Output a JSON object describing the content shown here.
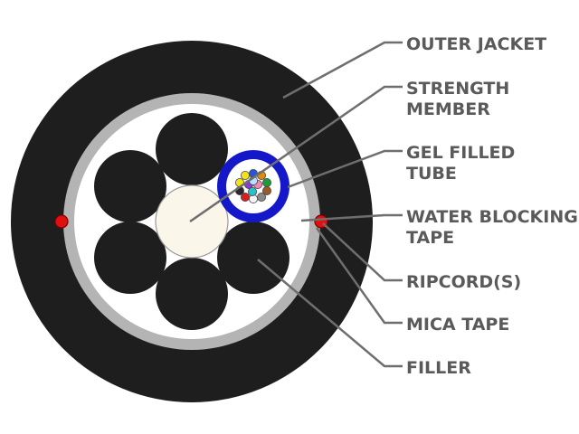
{
  "diagram": {
    "labels": {
      "outer_jacket": [
        "OUTER JACKET"
      ],
      "strength_member": [
        "STRENGTH",
        "MEMBER"
      ],
      "gel_filled_tube": [
        "GEL FILLED",
        "TUBE"
      ],
      "water_blocking_tape": [
        "WATER BLOCKING",
        "TAPE"
      ],
      "ripcords": [
        "RIPCORD(S)"
      ],
      "mica_tape": [
        "MICA TAPE"
      ],
      "filler": [
        "FILLER"
      ]
    },
    "colors": {
      "jacket": "#1e1e1e",
      "mica_tape": "#b4b4b4",
      "inner_space": "#ffffff",
      "filler": "#1e1e1e",
      "strength_member": "#fbf6ea",
      "tube_outer": "#1418c8",
      "tube_gel": "#ffffff",
      "ripcord": "#e01010",
      "leader": "#6e6e6e",
      "label_text": "#5a5a5a"
    },
    "fibers": [
      {
        "color": "#f2e21a"
      },
      {
        "color": "#2a55d6"
      },
      {
        "color": "#e08a10"
      },
      {
        "color": "#1e9a3c"
      },
      {
        "color": "#9a5a2a"
      },
      {
        "color": "#8a8a8a"
      },
      {
        "color": "#f5f5f5"
      },
      {
        "color": "#d61f1f"
      },
      {
        "color": "#2a2a2a"
      },
      {
        "color": "#f2e21a"
      },
      {
        "color": "#8a3ad6"
      },
      {
        "color": "#f08ab0"
      },
      {
        "color": "#2ac0c8"
      },
      {
        "color": "#b8e0ff"
      }
    ]
  }
}
